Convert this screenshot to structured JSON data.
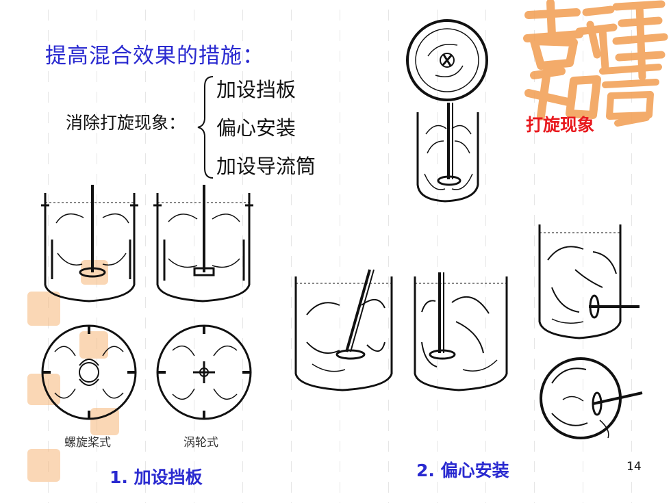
{
  "slide": {
    "title": "提高混合效果的措施：",
    "main_label": "消除打旋现象：",
    "options": [
      "加设挡板",
      "偏心安装",
      "加设导流筒"
    ],
    "vortex_label": "打旋现象",
    "caption_propeller": "螺旋桨式",
    "caption_turbine": "涡轮式",
    "section_1": "1. 加设挡板",
    "section_2": "2. 偏心安装",
    "page_number": "14"
  },
  "colors": {
    "title_blue": "#2a2ad0",
    "vortex_red": "#e8191e",
    "logo_orange": "#f2a25a"
  }
}
